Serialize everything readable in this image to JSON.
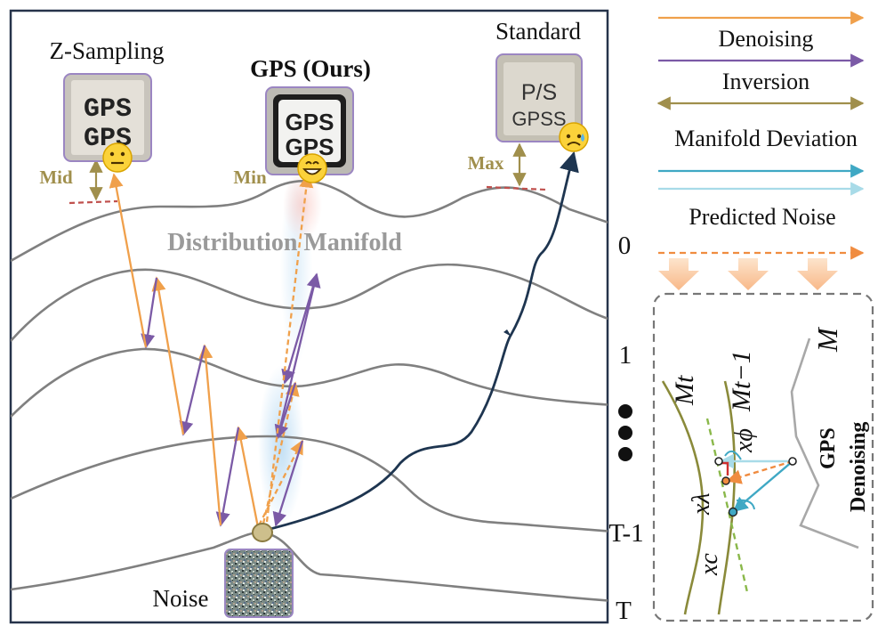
{
  "methods": {
    "z_sampling": "Z-Sampling",
    "gps": "GPS (Ours)",
    "standard": "Standard"
  },
  "deviation_labels": {
    "mid": "Mid",
    "min": "Min",
    "max": "Max"
  },
  "thumb_text": {
    "z_top": "GPS",
    "z_bottom": "GPS",
    "gps_top": "GPS",
    "gps_bottom": "GPS",
    "std_top": "P/S",
    "std_bottom": "GPSS"
  },
  "manifold_label": "Distribution Manifold",
  "noise_label": "Noise",
  "timesteps": {
    "t0": "0",
    "t1": "1",
    "dots": "●\n●\n●",
    "tm1": "T-1",
    "t": "T"
  },
  "legend": {
    "denoising": "Denoising",
    "inversion": "Inversion",
    "manifold_deviation": "Manifold Deviation",
    "predicted_noise": "Predicted Noise"
  },
  "inset": {
    "m": "M",
    "mt": "Mt",
    "mt1": "Mt−1",
    "x_phi": "xϕ",
    "x_lambda": "xλ",
    "x_c": "xc",
    "gps": "GPS",
    "denoising": "Denoising"
  },
  "colors": {
    "denoising": "#f0a04b",
    "inversion": "#7b5aa6",
    "deviation": "#a08f4c",
    "manifold_curve": "#808080",
    "standard_path": "#1e3550",
    "predicted_noise": "#f08c40",
    "blue_arrow": "#3fa8c4",
    "light_blue_arrow": "#a8dbe8",
    "red_dash": "#c0504d",
    "olive_curve": "#8a8a3a",
    "green_dash": "#8ab84a"
  }
}
